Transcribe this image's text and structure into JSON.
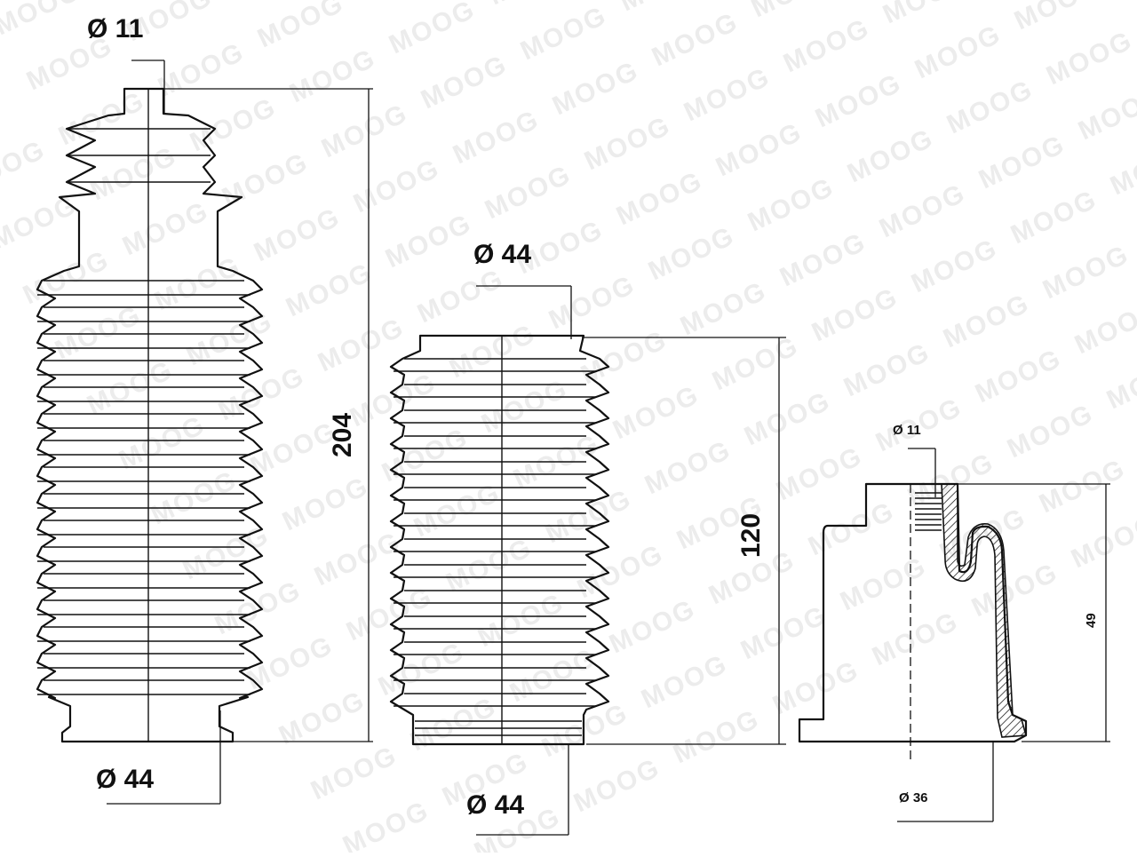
{
  "watermark": {
    "text": "MOOG",
    "color": "#ececec"
  },
  "boot_long": {
    "top_diameter": "Ø 11",
    "bottom_diameter": "Ø 44",
    "length": "204"
  },
  "boot_mid": {
    "top_diameter": "Ø 44",
    "bottom_diameter": "Ø 44",
    "length": "120"
  },
  "boot_small": {
    "top_diameter": "Ø 11",
    "bottom_diameter": "Ø 36",
    "height": "49"
  },
  "colors": {
    "line": "#111111",
    "background": "#ffffff"
  }
}
